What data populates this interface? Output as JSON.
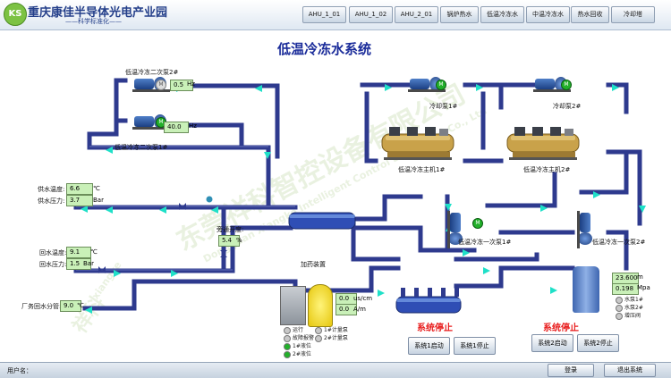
{
  "header": {
    "logo_text": "KS",
    "company": "重庆康佳半导体光电产业园",
    "subtitle": "——科学标准化——",
    "tabs": [
      "AHU_1_01",
      "AHU_1_02",
      "AHU_2_01",
      "锅炉热水",
      "低温冷冻水",
      "中温冷冻水",
      "热水回收",
      "冷却塔"
    ]
  },
  "title": "低温冷冻水系统",
  "watermark": {
    "company_cn": "东莞祥科智控设备有限公司",
    "company_en": "Dongguan Xiangke Intelligent Control Equipment Co., Ltd",
    "brand_cn": "祥科",
    "brand_en": "xiangke"
  },
  "pumps": {
    "secondary_2_label": "低温冷冻二次泵2#",
    "secondary_2_value": "0.5",
    "secondary_2_unit": "Hz",
    "secondary_1_label": "低温冷冻二次泵1#",
    "secondary_1_value": "40.0",
    "secondary_1_unit": "Hz",
    "cooling_pump_1_label": "冷却泵1#",
    "cooling_pump_2_label": "冷却泵2#",
    "primary_1_label": "低温冷冻一次泵1#",
    "primary_2_label": "低温冷冻一次泵2#",
    "run_glyph": "M"
  },
  "chillers": {
    "chiller_1_label": "低温冷冻主机1#",
    "chiller_2_label": "低温冷冻主机2#"
  },
  "supply": {
    "temp_label": "供水温度:",
    "temp_value": "6.6",
    "temp_unit": "℃",
    "pressure_label": "供水压力:",
    "pressure_value": "3.7",
    "pressure_unit": "Bar"
  },
  "return": {
    "temp_label": "回水温度:",
    "temp_value": "9.1",
    "temp_unit": "℃",
    "pressure_label": "回水压力:",
    "pressure_value": "1.5",
    "pressure_unit": "Bar"
  },
  "bypass": {
    "label": "旁通开度:",
    "value": "5.4",
    "unit": "%"
  },
  "plant_return_flow": {
    "label": "厂务回水分管:",
    "value": "9.0",
    "unit": "℃"
  },
  "dosing": {
    "label": "加药装置",
    "conductivity_value": "0.0",
    "conductivity_unit": "us/cm",
    "current_value": "0.0",
    "current_unit": "A/m",
    "legend": [
      {
        "label": "运行",
        "color": "#c8c8c8"
      },
      {
        "label": "1#计量泵",
        "color": "#c8c8c8"
      },
      {
        "label": "故障报警",
        "color": "#c8c8c8"
      },
      {
        "label": "2#计量泵",
        "color": "#c8c8c8"
      },
      {
        "label": "1#液位",
        "color": "#22b02a"
      },
      {
        "label": "2#液位",
        "color": "#22b02a"
      }
    ]
  },
  "pressurize": {
    "value_1": "23.600",
    "unit_1": "m",
    "value_2": "0.198",
    "unit_2": "Mpa",
    "legend": [
      {
        "label": "水泵1#",
        "color": "#c8c8c8"
      },
      {
        "label": "水泵2#",
        "color": "#c8c8c8"
      },
      {
        "label": "增压阀",
        "color": "#c8c8c8"
      }
    ]
  },
  "system1": {
    "status": "系统停止",
    "start": "系统1启动",
    "stop": "系统1停止"
  },
  "system2": {
    "status": "系统停止",
    "start": "系统2启动",
    "stop": "系统2停止"
  },
  "footer": {
    "user_label": "用户名：",
    "login": "登录",
    "exit": "退出系统"
  },
  "colors": {
    "pipe": "#2e3a8e",
    "pipe_highlight": "#7f8fd0",
    "title": "#1b2c9a",
    "status_stop": "#e81b1b",
    "value_bg": "#c9f0b8",
    "arrow": "#1fe0c8"
  }
}
